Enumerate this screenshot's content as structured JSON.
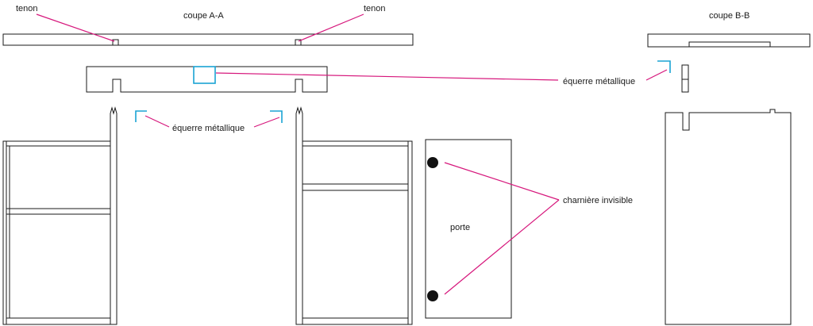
{
  "labels": {
    "section_aa": "coupe A-A",
    "section_bb": "coupe B-B",
    "tenon_left": "tenon",
    "tenon_right": "tenon",
    "bracket_center": "équerre métallique",
    "bracket_right": "équerre métallique",
    "hinge": "charnière invisible",
    "door": "porte"
  },
  "colors": {
    "outline": "#1a1a1a",
    "leader": "#d6177c",
    "bracket": "#1aa3d4",
    "hinge_dot": "#111111"
  }
}
